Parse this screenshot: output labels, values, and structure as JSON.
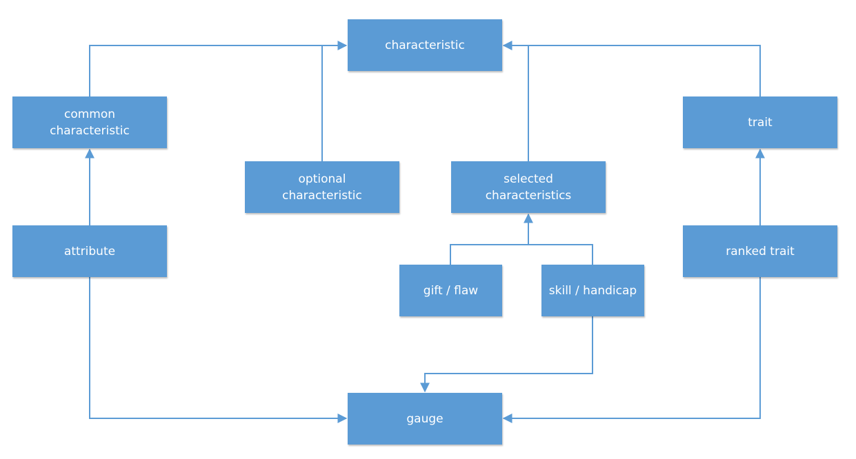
{
  "diagram": {
    "accent_color": "#5b9bd5",
    "nodes": {
      "characteristic": "characteristic",
      "common_characteristic": "common\ncharacteristic",
      "trait": "trait",
      "optional_characteristic": "optional\ncharacteristic",
      "selected_characteristics": "selected\ncharacteristics",
      "attribute": "attribute",
      "ranked_trait": "ranked trait",
      "gift_flaw": "gift / flaw",
      "skill_handicap": "skill / handicap",
      "gauge": "gauge"
    },
    "edges": [
      {
        "from": "common_characteristic",
        "to": "characteristic"
      },
      {
        "from": "optional_characteristic",
        "to": "characteristic"
      },
      {
        "from": "selected_characteristics",
        "to": "characteristic"
      },
      {
        "from": "trait",
        "to": "characteristic"
      },
      {
        "from": "attribute",
        "to": "common_characteristic"
      },
      {
        "from": "ranked_trait",
        "to": "trait"
      },
      {
        "from": "gift_flaw",
        "to": "selected_characteristics"
      },
      {
        "from": "skill_handicap",
        "to": "selected_characteristics"
      },
      {
        "from": "attribute",
        "to": "gauge"
      },
      {
        "from": "ranked_trait",
        "to": "gauge"
      },
      {
        "from": "skill_handicap",
        "to": "gauge"
      }
    ]
  }
}
